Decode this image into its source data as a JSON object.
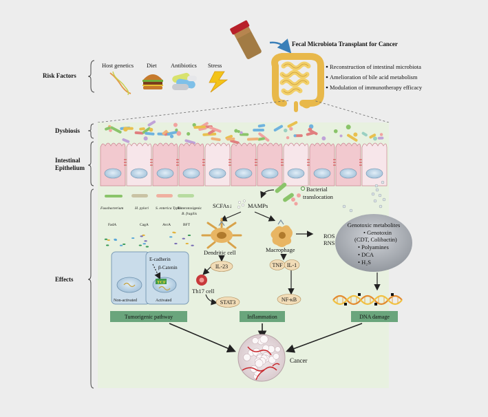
{
  "top": {
    "fmt_title": "Fecal Microbiota Transplant for Cancer",
    "fmt_bullets": [
      "Reconstruction of intestinal microbiota",
      "Amelioration of bile acid metabolism",
      "Modulation of immunotherapy efficacy"
    ],
    "risk_factors_label": "Risk Factors",
    "risk_items": [
      "Host genetics",
      "Diet",
      "Antibiotics",
      "Stress"
    ]
  },
  "sections": {
    "dysbiosis": "Dysbiosis",
    "epithelium_line1": "Intestinal",
    "epithelium_line2": "Epithelium",
    "effects": "Effects"
  },
  "bacteria": {
    "names": [
      "Fusobacterium",
      "H. pylori",
      "S. enterica Typhi",
      "Enterotoxigenic",
      "B. fragilis"
    ],
    "toxins": [
      "FadA",
      "CagA",
      "AvrA",
      "BFT"
    ]
  },
  "cells": {
    "ecadherin": "E-cadherin",
    "bcatenin": "β-Catenin",
    "tcf": "TCF",
    "non_activated": "Non-activated",
    "activated": "Activated"
  },
  "immune": {
    "scfas": "SCFAs↓",
    "mamps": "MAMPs",
    "translocation_line1": "Bacterial",
    "translocation_line2": "translocation",
    "dendritic": "Dendritic cell",
    "il23": "IL-23",
    "th17": "Th17 cell",
    "stat3": "STAT3",
    "macrophage": "Macrophage",
    "tnf": "TNF",
    "il1": "IL-1",
    "nfkb": "NF-κB",
    "ros": "ROS",
    "rns": "RNS"
  },
  "genotoxic": {
    "title": "Genotoxic metabolites",
    "items": [
      "• Genotoxin",
      "(CDT, Colibactin)",
      "• Polyamines",
      "• DCA",
      "• H₂S"
    ]
  },
  "outcomes": {
    "tumorigenic": "Tumorigenic pathway",
    "inflammation": "Inflammation",
    "dna_damage": "DNA damage",
    "cancer": "Cancer"
  },
  "colors": {
    "panel": "#e8f1e0",
    "green_box": "#6aa57c",
    "cell_pink": "#f2c9cf",
    "nucleus": "#b8d3e6",
    "ellipse_gray": "#9ea3aa"
  }
}
